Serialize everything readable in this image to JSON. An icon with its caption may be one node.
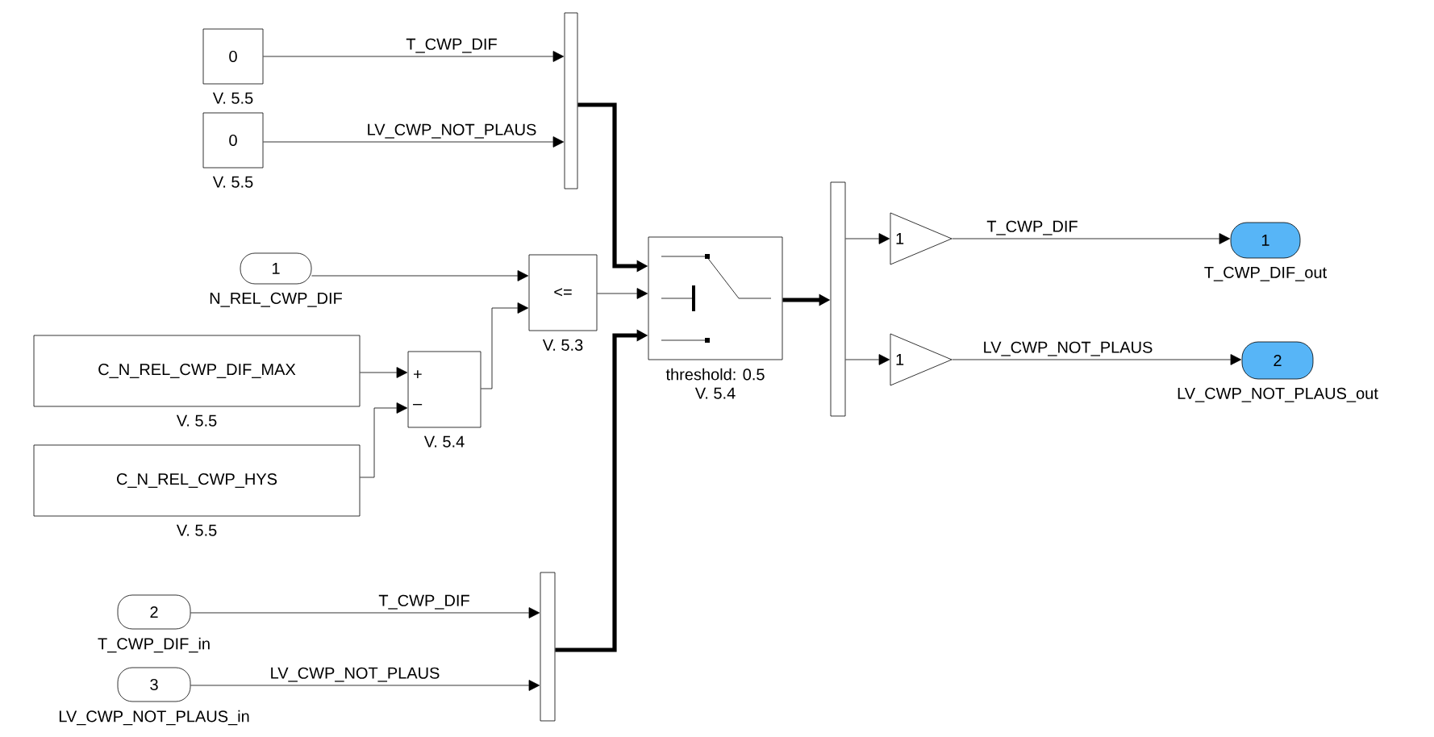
{
  "diagram": {
    "nodes": [
      {
        "text": [
          "0"
        ],
        "beside": [
          "V. 5.5"
        ]
      },
      {
        "text": [
          "0"
        ],
        "beside": [
          "V. 5.5"
        ]
      },
      {
        "text": [],
        "shape": "bar"
      },
      {
        "text": [
          "1"
        ],
        "beside": [
          "N_REL_CWP_DIF"
        ]
      },
      {
        "text": [
          "C_N_REL_CWP_DIF_MAX"
        ],
        "beside": [
          "V. 5.5"
        ]
      },
      {
        "text": [
          "C_N_REL_CWP_HYS"
        ],
        "beside": [
          "V. 5.5"
        ]
      },
      {
        "text": [
          "+",
          "–"
        ],
        "beside": [
          "V. 5.4"
        ]
      },
      {
        "text": [
          "<="
        ],
        "beside": [
          "V. 5.3"
        ]
      },
      {
        "text": [],
        "shape": "box",
        "beside": [
          "threshold: 0.5",
          "V. 5.4"
        ]
      },
      {
        "text": [],
        "shape": "bar"
      },
      {
        "text": [
          "2"
        ],
        "beside": [
          "T_CWP_DIF_in"
        ]
      },
      {
        "text": [
          "3"
        ],
        "beside": [
          "LV_CWP_NOT_PLAUS_in"
        ]
      },
      {
        "text": [],
        "shape": "bar"
      },
      {
        "text": [
          "1"
        ]
      },
      {
        "text": [
          "1"
        ]
      },
      {
        "text": [
          "1"
        ],
        "beside": [
          "T_CWP_DIF_out"
        ]
      },
      {
        "text": [
          "2"
        ],
        "beside": [
          "LV_CWP_NOT_PLAUS_out"
        ]
      }
    ],
    "edges": [
      {
        "from": 0,
        "to": 2,
        "arrow": "to",
        "label": "T_CWP_DIF"
      },
      {
        "from": 1,
        "to": 2,
        "arrow": "to",
        "label": "LV_CWP_NOT_PLAUS"
      },
      {
        "from": 2,
        "to": 8,
        "arrow": "to",
        "style": "thick"
      },
      {
        "from": 3,
        "to": 7,
        "arrow": "to"
      },
      {
        "from": 6,
        "to": 7,
        "arrow": "to"
      },
      {
        "from": 4,
        "to": 6,
        "arrow": "to"
      },
      {
        "from": 5,
        "to": 6,
        "arrow": "to"
      },
      {
        "from": 7,
        "to": 8,
        "arrow": "to"
      },
      {
        "from": 9,
        "to": 8,
        "arrow": "to",
        "style": "thick"
      },
      {
        "from": 10,
        "to": 9,
        "arrow": "to",
        "label": "T_CWP_DIF"
      },
      {
        "from": 11,
        "to": 9,
        "arrow": "to",
        "label": "LV_CWP_NOT_PLAUS"
      },
      {
        "from": 8,
        "to": 12,
        "arrow": "to",
        "style": "thick"
      },
      {
        "from": 12,
        "to": 13,
        "arrow": "to"
      },
      {
        "from": 12,
        "to": 14,
        "arrow": "to"
      },
      {
        "from": 13,
        "to": 15,
        "arrow": "to",
        "label": "T_CWP_DIF"
      },
      {
        "from": 14,
        "to": 16,
        "arrow": "to",
        "label": "LV_CWP_NOT_PLAUS"
      }
    ]
  }
}
